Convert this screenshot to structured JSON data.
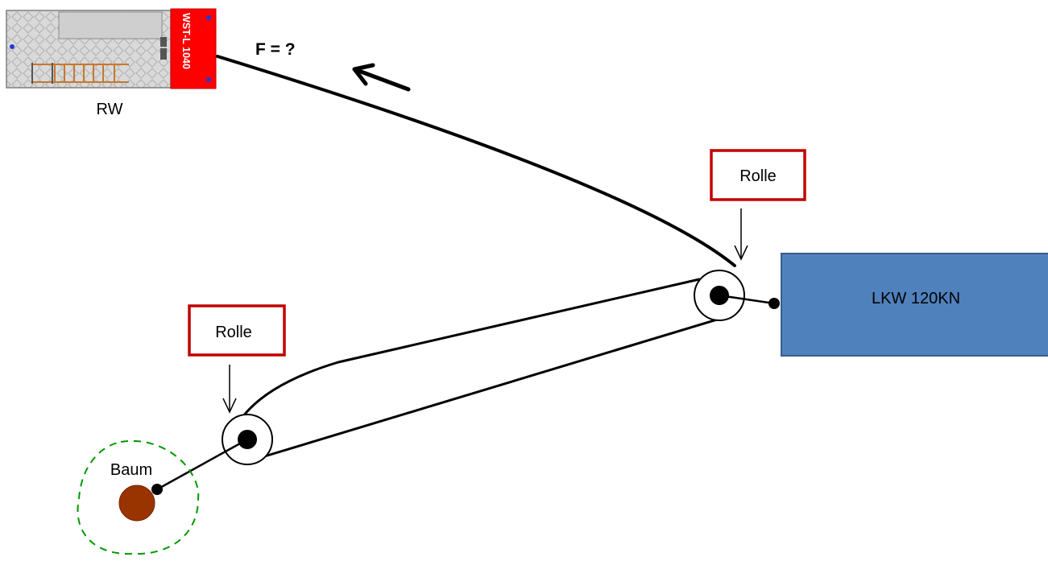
{
  "vehicle": {
    "plate": "WST-L 1040",
    "label": "RW",
    "body_color": "#ff0000",
    "deck_color": "#d9d9d9"
  },
  "force_label": "F = ?",
  "pulley_labels": [
    "Rolle",
    "Rolle"
  ],
  "truck": {
    "label": "LKW 120KN",
    "color": "#4f81bd",
    "border_color": "#385d8a"
  },
  "tree": {
    "label": "Baum",
    "trunk_color": "#993300",
    "crown_color": "#009900"
  },
  "callout_border_color": "#c00000"
}
